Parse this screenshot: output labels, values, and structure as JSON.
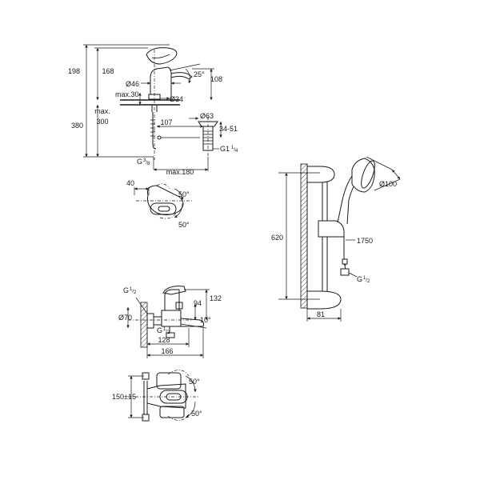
{
  "basin_mixer": {
    "height_total": "198",
    "height_spout": "168",
    "angle_spout": "25°",
    "reach": "108",
    "diameter_body": "Ø46",
    "max_deck": "max.30",
    "diameter_shank": "Ø34",
    "max_label": "max.",
    "max_value": "300",
    "overall": "380",
    "waste_reach": "107",
    "diameter_waste": "Ø63",
    "waste_range": "34-51",
    "waste_thread": "G1",
    "waste_thread_sup": "1",
    "waste_thread_sub": "4",
    "hose_thread": "G",
    "hose_thread_sup": "3",
    "hose_thread_sub": "8",
    "max_180": "max.180"
  },
  "basin_top": {
    "offset": "40",
    "angle_a": "50°",
    "angle_b": "50°"
  },
  "bath_mixer": {
    "inlet_thread": "G",
    "inlet_sup": "1",
    "inlet_sub": "2",
    "rosette": "Ø70",
    "outlet_thread": "G",
    "outlet_sup": "1",
    "outlet_sub": "2",
    "height_a": "132",
    "height_b": "94",
    "angle": "10°",
    "depth_a": "128",
    "depth_b": "166"
  },
  "bath_front": {
    "centres": "150±15",
    "angle_a": "50°",
    "angle_b": "50°"
  },
  "shower_set": {
    "head_diameter": "Ø100",
    "hose_length": "1750",
    "rail_height": "620",
    "hose_thread": "G",
    "hose_sup": "1",
    "hose_sub": "2",
    "projection": "81"
  }
}
